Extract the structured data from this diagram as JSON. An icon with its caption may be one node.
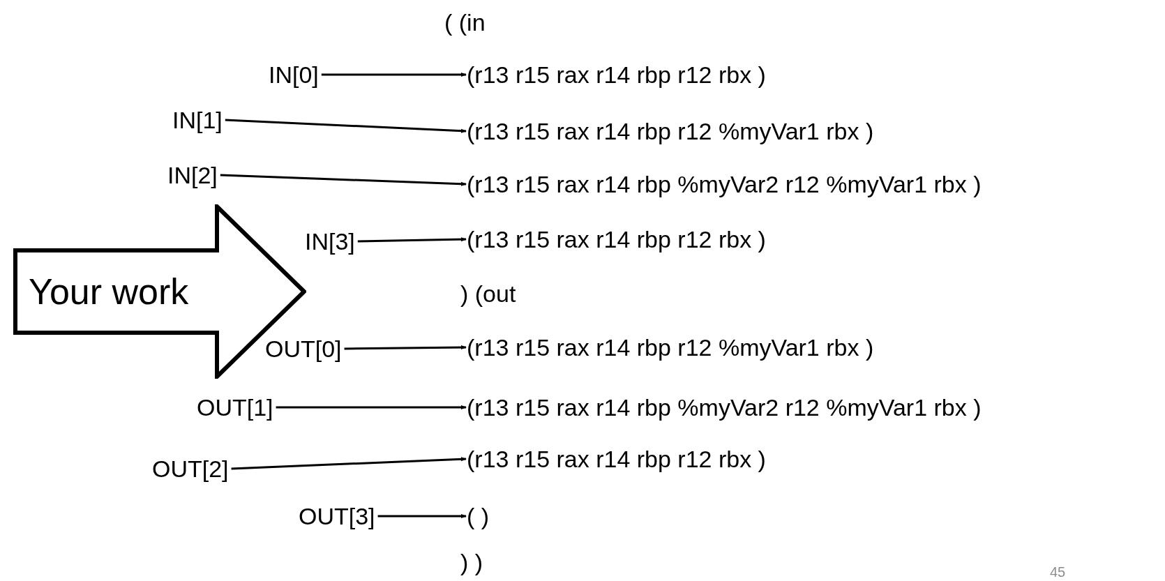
{
  "diagram": {
    "nodes": [
      {
        "text": [
          "Your work"
        ]
      },
      {
        "text": [
          "IN[0]"
        ]
      },
      {
        "text": [
          "(r13 r15 rax r14 rbp r12 rbx )"
        ]
      },
      {
        "text": [
          "IN[1]"
        ]
      },
      {
        "text": [
          "(r13 r15 rax r14 rbp r12 %myVar1 rbx )"
        ]
      },
      {
        "text": [
          "IN[2]"
        ]
      },
      {
        "text": [
          "(r13 r15 rax r14 rbp %myVar2 r12 %myVar1 rbx )"
        ]
      },
      {
        "text": [
          "IN[3]"
        ]
      },
      {
        "text": [
          "(r13 r15 rax r14 rbp r12 rbx )"
        ]
      },
      {
        "text": [
          "OUT[0]"
        ]
      },
      {
        "text": [
          "(r13 r15 rax r14 rbp r12 %myVar1 rbx )"
        ]
      },
      {
        "text": [
          "OUT[1]"
        ]
      },
      {
        "text": [
          "(r13 r15 rax r14 rbp %myVar2 r12 %myVar1 rbx )"
        ]
      },
      {
        "text": [
          "OUT[2]"
        ]
      },
      {
        "text": [
          "(r13 r15 rax r14 rbp r12 rbx )"
        ]
      },
      {
        "text": [
          "OUT[3]"
        ]
      },
      {
        "text": [
          "( )"
        ]
      }
    ],
    "edges": [
      {
        "from": 1,
        "to": 2,
        "arrow": "to"
      },
      {
        "from": 3,
        "to": 4,
        "arrow": "to"
      },
      {
        "from": 5,
        "to": 6,
        "arrow": "to"
      },
      {
        "from": 7,
        "to": 8,
        "arrow": "to"
      },
      {
        "from": 9,
        "to": 10,
        "arrow": "to"
      },
      {
        "from": 11,
        "to": 12,
        "arrow": "to"
      },
      {
        "from": 13,
        "to": 14,
        "arrow": "to"
      },
      {
        "from": 15,
        "to": 16,
        "arrow": "to"
      }
    ],
    "labels": [
      "( (in",
      ") (out",
      ") )",
      "45"
    ]
  }
}
